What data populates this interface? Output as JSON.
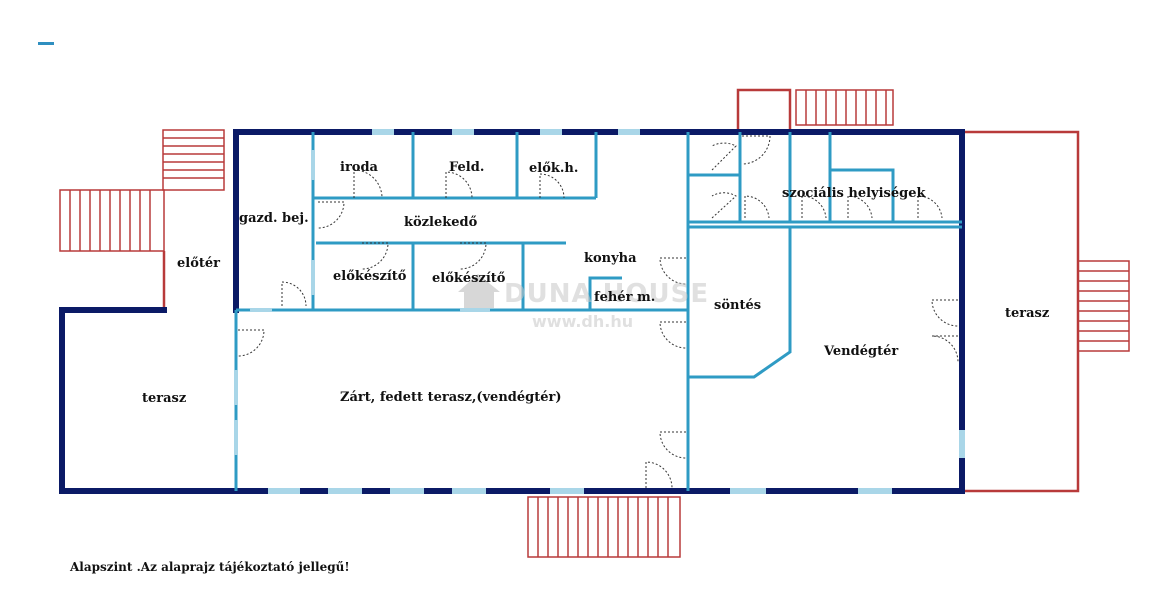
{
  "colors": {
    "outer_wall": "#0b1a66",
    "inner_wall": "#2f9bc4",
    "window": "#a9d6e8",
    "stairs": "#b83a3a",
    "watermark": "#c8c8c8",
    "dash_mark": "#2f8fc0"
  },
  "rooms": {
    "iroda": "iroda",
    "feld": "Feld.",
    "elok_h": "elők.h.",
    "gazd_bej": "gazd. bej.",
    "kozlekedo": "közlekedő",
    "szocialis": "szociális helyiségek",
    "konyha": "konyha",
    "elokeszito_1": "előkészítő",
    "elokeszito_2": "előkészítő",
    "feher_m": "fehér m.",
    "elo_ter": "előtér",
    "terasz_left": "terasz",
    "zart_terasz": "Zárt, fedett terasz,(vendégtér)",
    "sontes": "söntés",
    "vendegter": "Vendégtér",
    "terasz_right": "terasz"
  },
  "watermark": {
    "brand": "DUNA HOUSE",
    "url": "www.dh.hu",
    "icon": "house-logo-icon"
  },
  "caption": "Alapszint .Az alaprajz tájékoztató jellegű!"
}
